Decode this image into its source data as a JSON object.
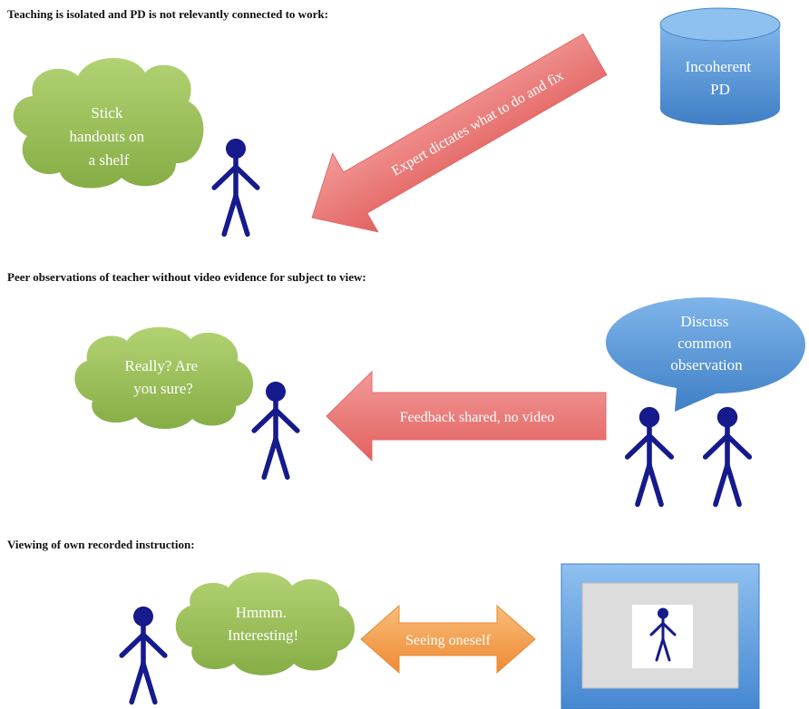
{
  "sections": [
    {
      "heading": "Teaching is isolated and PD is not relevantly connected to work:",
      "thought_cloud": [
        "Stick",
        "handouts on",
        "a shelf"
      ],
      "arrow_label": "Expert dictates what to do and fix",
      "cylinder_label": [
        "Incoherent",
        "PD"
      ]
    },
    {
      "heading": "Peer observations of teacher without video evidence for subject to view:",
      "thought_cloud": [
        "Really? Are",
        "you sure?"
      ],
      "arrow_label": "Feedback shared, no video",
      "speech_bubble": [
        "Discuss",
        "common",
        "observation"
      ]
    },
    {
      "heading": "Viewing of own recorded instruction:",
      "thought_cloud": [
        "Hmmm.",
        "Interesting!"
      ],
      "arrow_label": "Seeing oneself"
    }
  ],
  "colors": {
    "figure": "#151a8c",
    "cloud": "#9dc35a",
    "red_arrow": "#ec7b79",
    "blue_shape": "#5b9bd8",
    "orange_arrow": "#f5a455",
    "screen_frame": "#63a3e3",
    "screen_inner": "#dcdcdc"
  }
}
